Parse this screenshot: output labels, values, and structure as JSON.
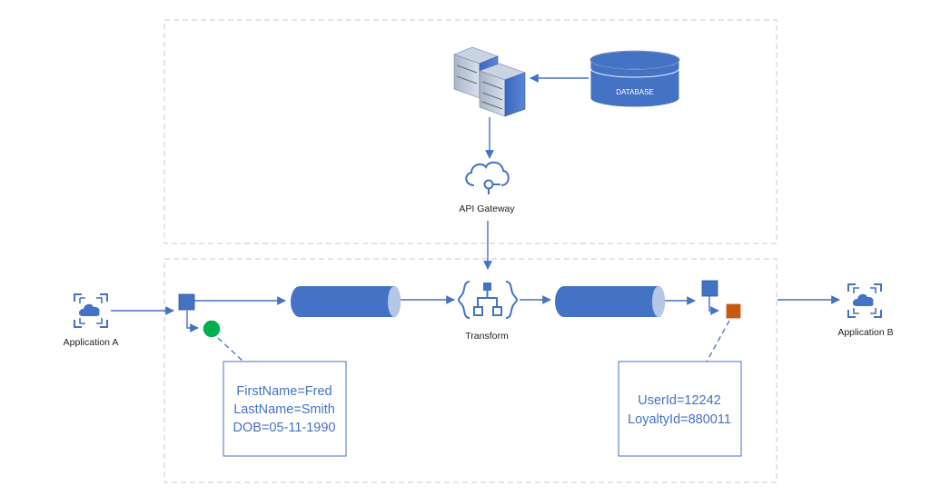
{
  "colors": {
    "flow": "#4472c4",
    "node_blue": "#4472c4",
    "node_green": "#00b050",
    "node_orange": "#c55a11",
    "boundary": "#c8c8c8",
    "text": "#222222"
  },
  "database": {
    "label": "DATABASE"
  },
  "gateway": {
    "label": "API Gateway",
    "icon": "cloud-gateway-icon"
  },
  "app_a": {
    "label": "Application A",
    "icon": "app-cloud-icon"
  },
  "app_b": {
    "label": "Application B",
    "icon": "app-cloud-icon"
  },
  "transform": {
    "label": "Transform",
    "icon": "logic-flow-icon"
  },
  "message_in": {
    "lines": [
      "FirstName=Fred",
      "LastName=Smith",
      "DOB=05-11-1990"
    ]
  },
  "message_out": {
    "lines": [
      "UserId=12242",
      "LoyaltyId=880011"
    ]
  }
}
